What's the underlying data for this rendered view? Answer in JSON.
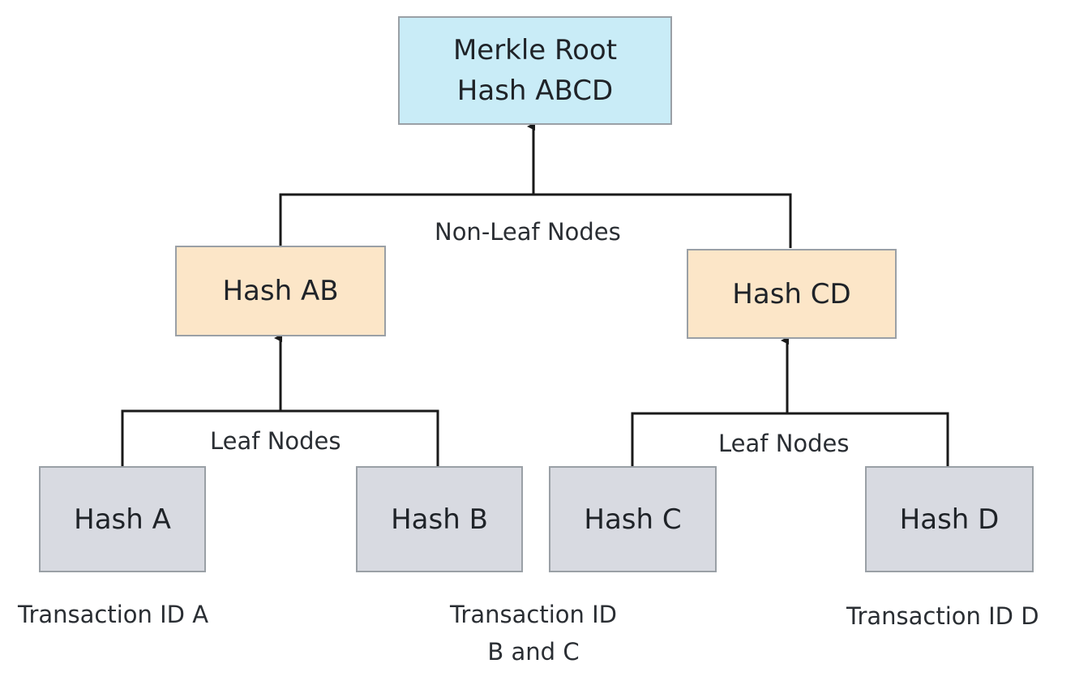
{
  "nodes": {
    "root": {
      "line1": "Merkle Root",
      "line2": "Hash ABCD"
    },
    "hash_ab": "Hash AB",
    "hash_cd": "Hash CD",
    "hash_a": "Hash A",
    "hash_b": "Hash B",
    "hash_c": "Hash C",
    "hash_d": "Hash D"
  },
  "labels": {
    "non_leaf": "Non-Leaf Nodes",
    "leaf_left": "Leaf Nodes",
    "leaf_right": "Leaf Nodes",
    "tx_a": "Transaction ID A",
    "tx_bc_line1": "Transaction ID",
    "tx_bc_line2": "B and C",
    "tx_d": "Transaction ID D"
  },
  "colors": {
    "root_fill": "#c9ecf7",
    "mid_fill": "#fce6c8",
    "leaf_fill": "#d8dae1",
    "border": "#9aa0a6",
    "connector": "#1a1a1a"
  }
}
